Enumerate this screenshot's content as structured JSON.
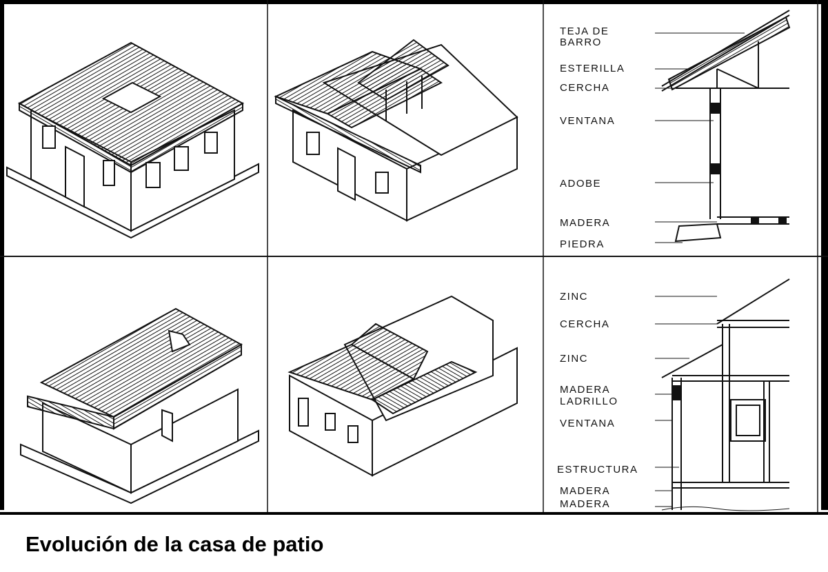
{
  "caption": "Evolución de la casa de patio",
  "labels_top": [
    "TEJA DE",
    "BARRO",
    "ESTERILLA",
    "CERCHA",
    "VENTANA",
    "ADOBE",
    "MADERA",
    "PIEDRA"
  ],
  "labels_bottom": [
    "ZINC",
    "CERCHA",
    "ZINC",
    "MADERA",
    "LADRILLO",
    "VENTANA",
    "ESTRUCTURA",
    "MADERA",
    "MADERA"
  ],
  "colors": {
    "ink": "#111111",
    "frame": "#000000",
    "paper": "#ffffff"
  },
  "icons": [
    "house-courtyard-hip-roof",
    "house-open-courtyard",
    "wall-section-adobe",
    "house-row-courtyard",
    "house-l-courtyard",
    "wall-section-brick"
  ]
}
